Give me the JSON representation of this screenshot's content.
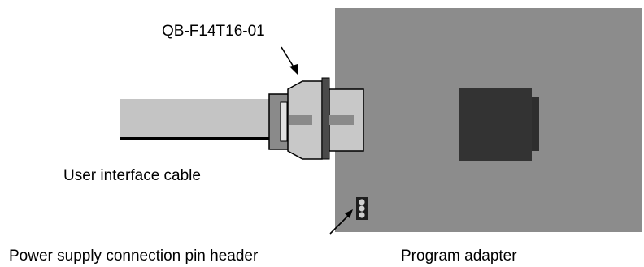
{
  "labels": {
    "part_number": "QB-F14T16-01",
    "user_cable": "User interface cable",
    "power_header": "Power supply connection pin header",
    "program_adapter": "Program adapter"
  },
  "colors": {
    "board": "#8c8c8c",
    "socket": "#333333",
    "cable": "#c4c4c4",
    "connector_body": "#c8c8c8",
    "connector_dark": "#8a8a8a",
    "flange": "#4a4a4a",
    "outline": "#000000"
  },
  "icons": {
    "pin_header": "pin-header-icon",
    "arrow": "leader-arrow"
  }
}
